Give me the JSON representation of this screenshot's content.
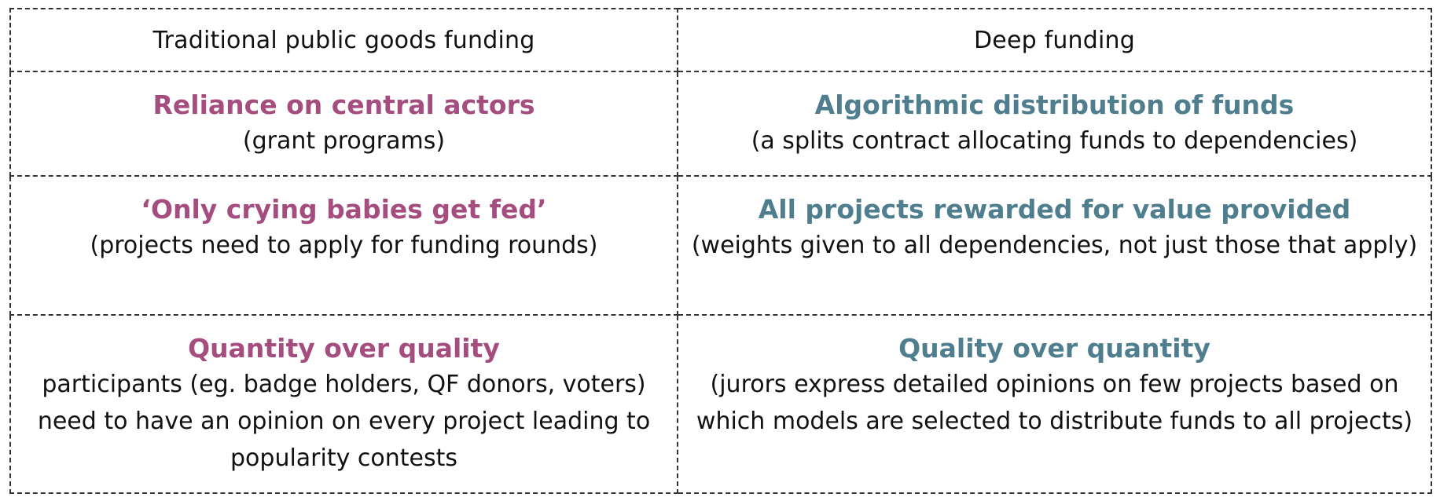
{
  "colors": {
    "traditional_accent": "#a54d7f",
    "deep_accent": "#4f7e8e",
    "text": "#111111",
    "border": "#333333"
  },
  "headers": {
    "traditional": "Traditional public goods funding",
    "deep": "Deep funding"
  },
  "rows": [
    {
      "traditional": {
        "title": "Reliance on central actors",
        "desc": "(grant programs)"
      },
      "deep": {
        "title": "Algorithmic distribution of funds",
        "desc": "(a splits contract allocating funds to dependencies)"
      }
    },
    {
      "traditional": {
        "title": "‘Only crying babies get fed’",
        "desc": "(projects need to apply for funding rounds)"
      },
      "deep": {
        "title": "All projects rewarded for value provided",
        "desc": "(weights given to all dependencies, not just those that apply)"
      }
    },
    {
      "traditional": {
        "title": "Quantity over quality",
        "desc": "participants (eg. badge holders, QF donors, voters) need to have an opinion on every project leading to popularity contests"
      },
      "deep": {
        "title": "Quality over quantity",
        "desc": "(jurors express detailed opinions on few projects based on which models are selected to distribute funds to all projects)"
      }
    }
  ]
}
